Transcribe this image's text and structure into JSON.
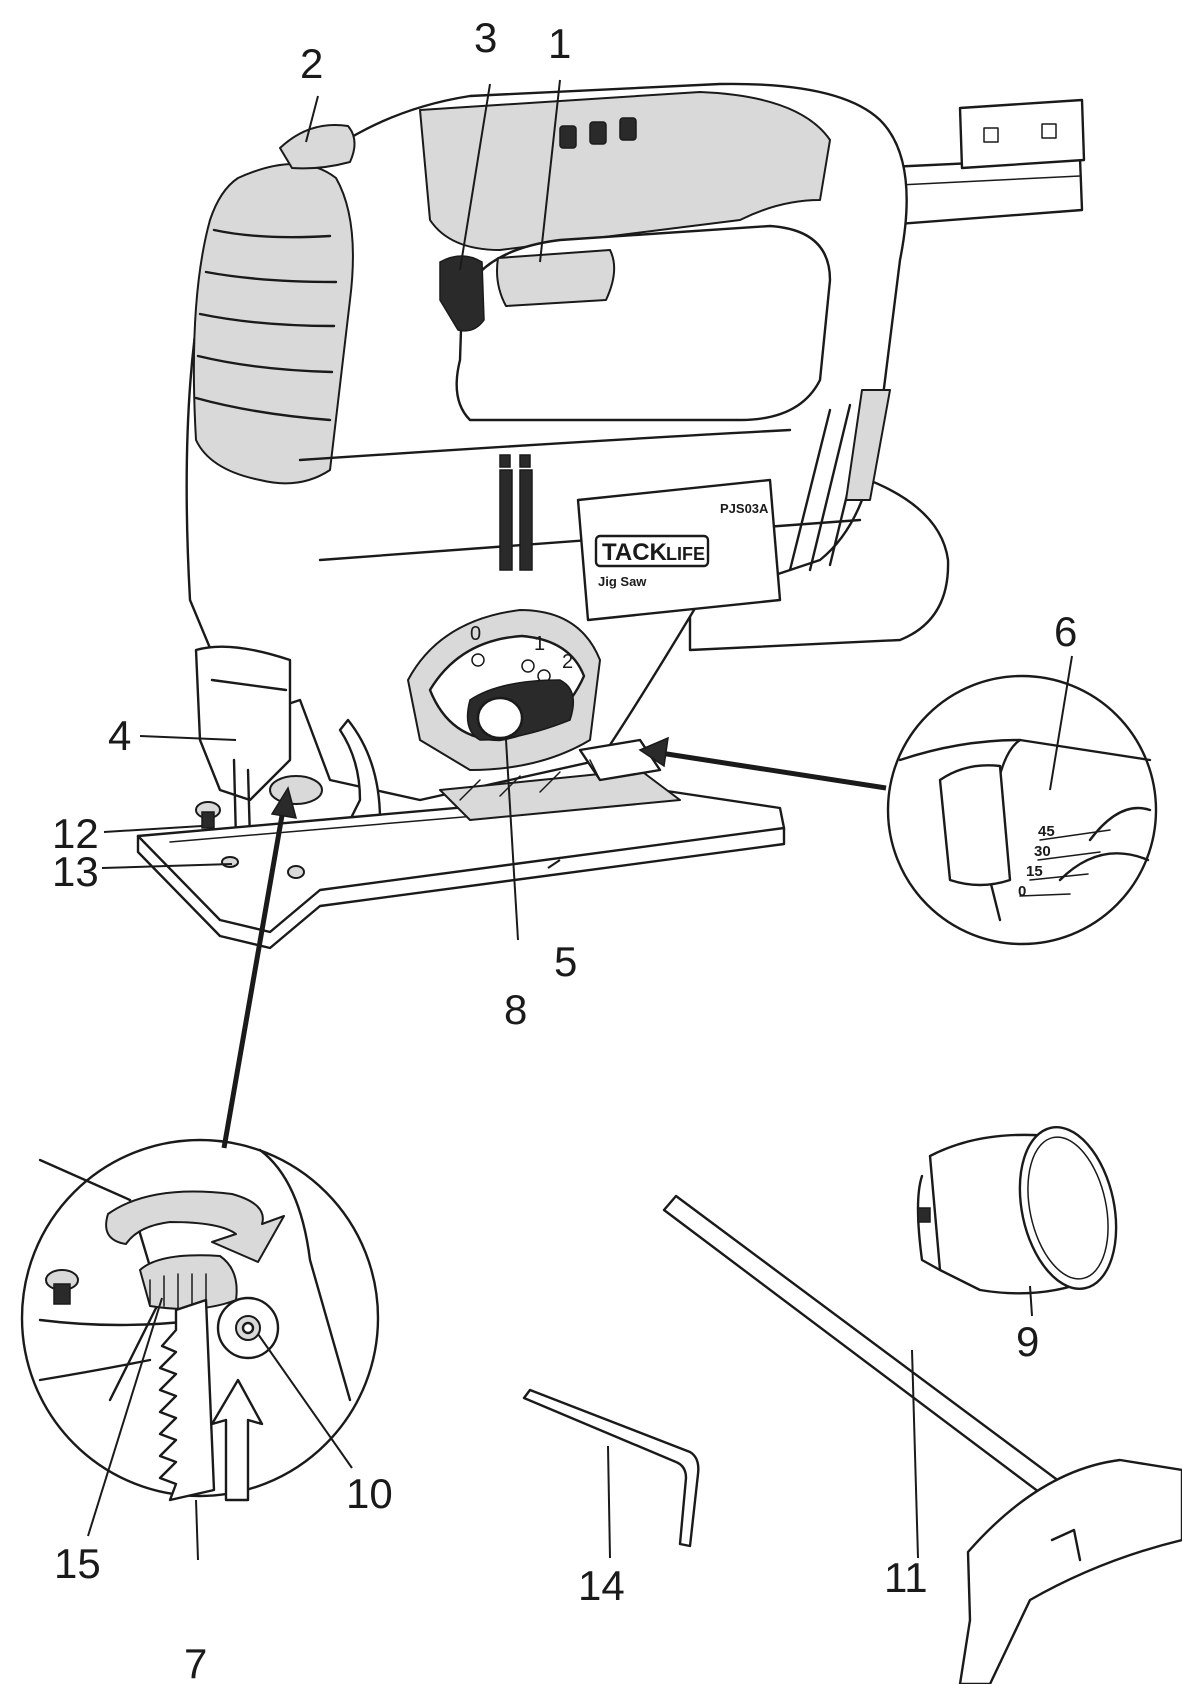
{
  "product": {
    "brand_prefix": "TACK",
    "brand_suffix": "LIFE",
    "name": "Jig Saw",
    "model": "PJS03A"
  },
  "dial": {
    "labels": [
      "0",
      "1",
      "2"
    ]
  },
  "bevel_scale": {
    "labels": [
      "45",
      "30",
      "15",
      "0"
    ]
  },
  "callouts": {
    "c1": "1",
    "c2": "2",
    "c3": "3",
    "c4": "4",
    "c5": "5",
    "c6": "6",
    "c7": "7",
    "c8": "8",
    "c9": "9",
    "c10": "10",
    "c11": "11",
    "c12": "12",
    "c13": "13",
    "c14": "14",
    "c15": "15"
  }
}
